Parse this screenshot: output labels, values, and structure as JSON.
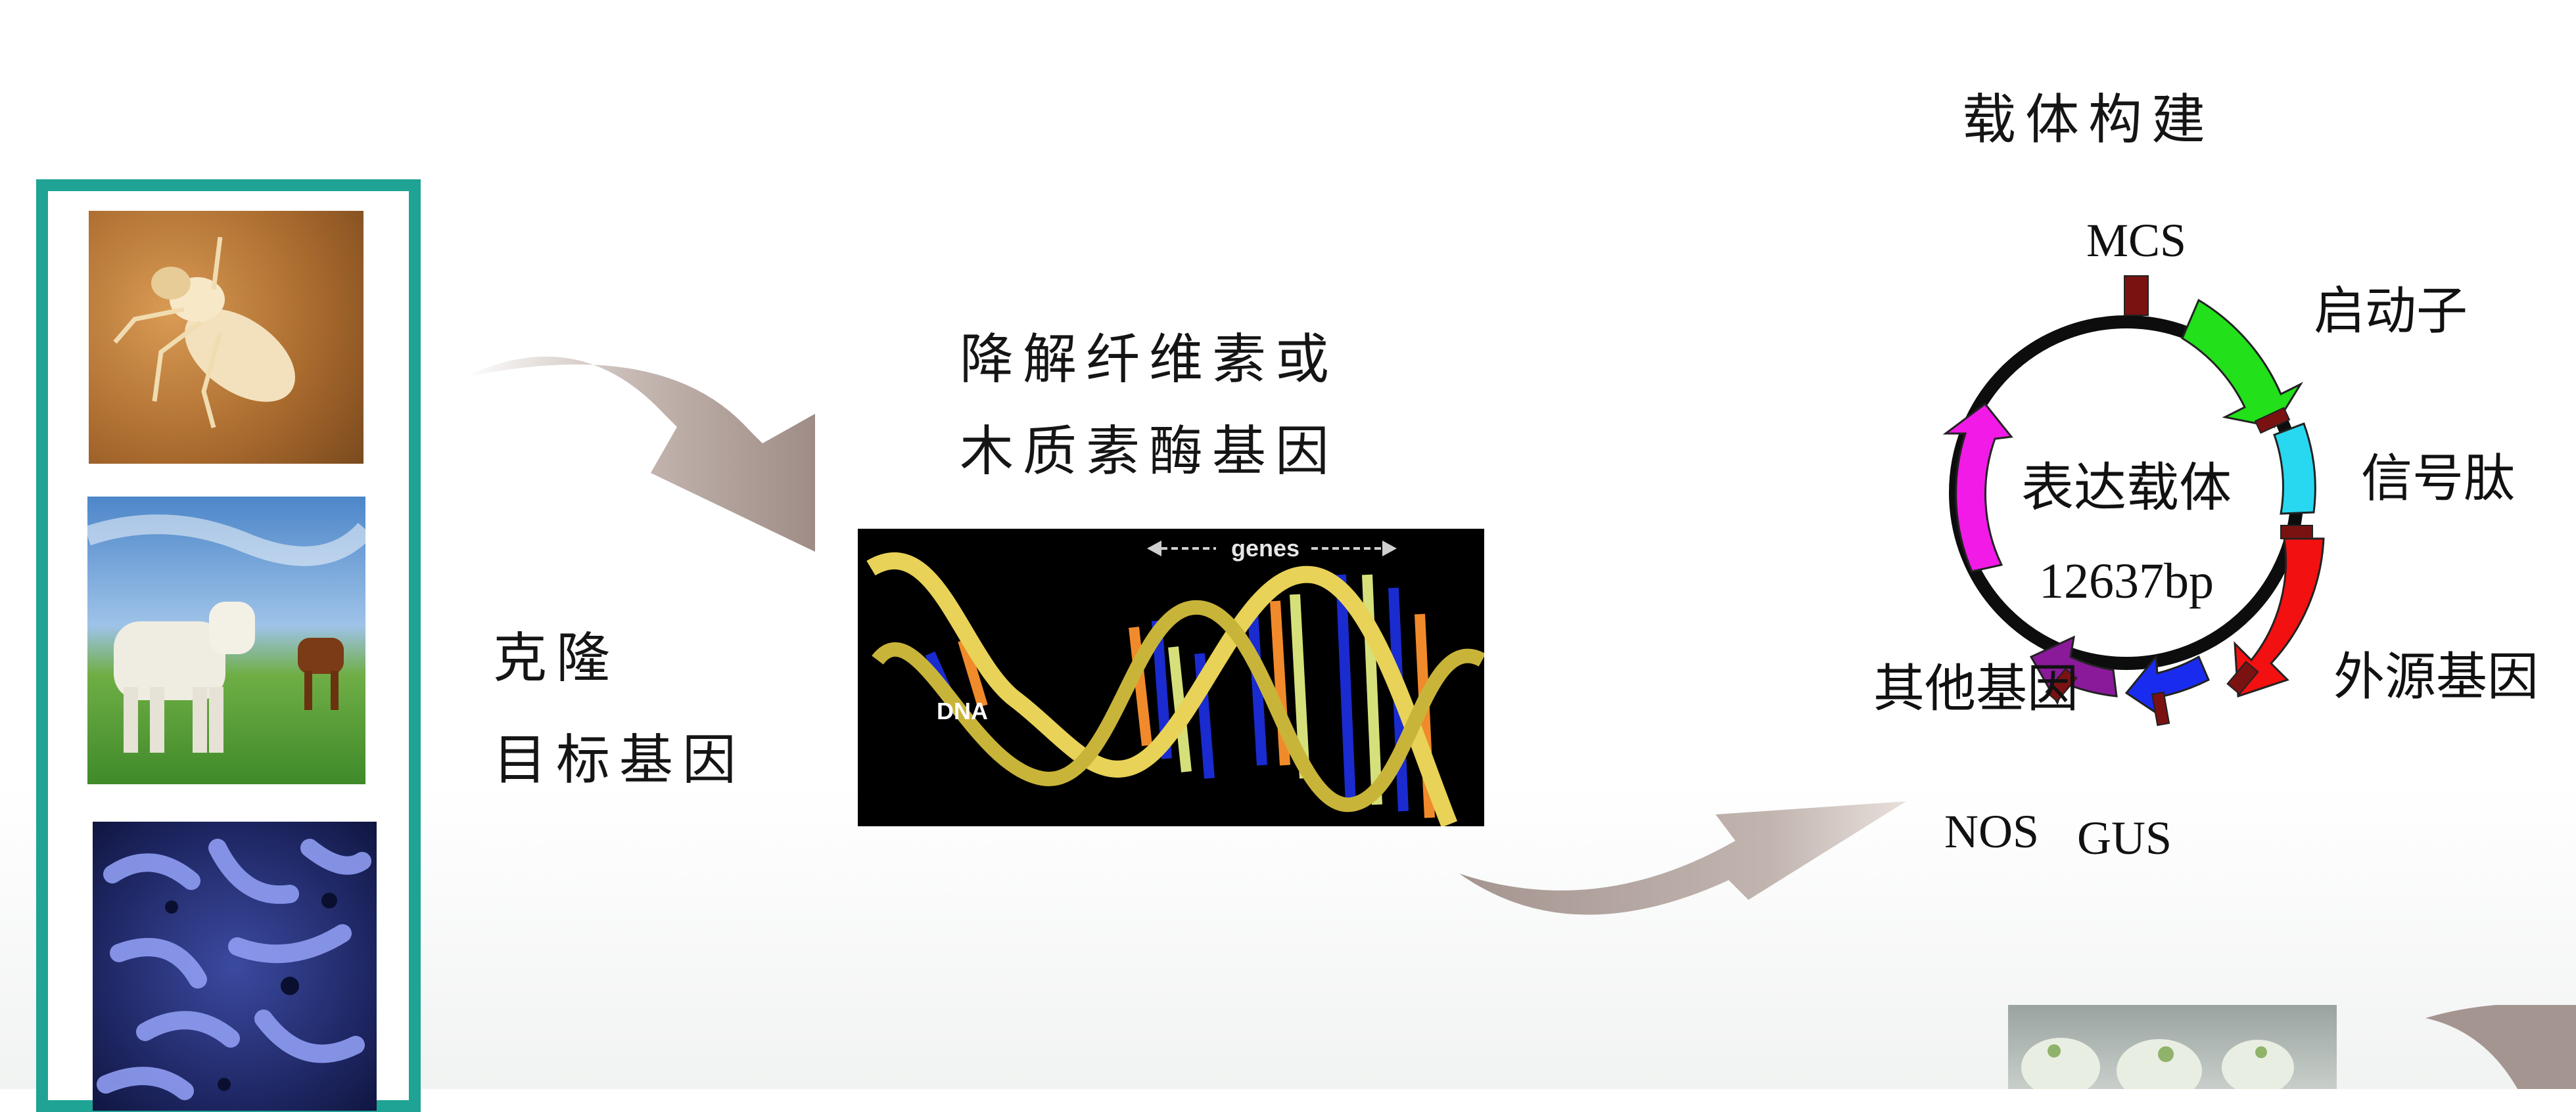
{
  "source": {
    "photos": [
      "termite-photo",
      "cow-photo",
      "microbe-photo"
    ]
  },
  "step1": {
    "line1": "克隆",
    "line2": "目标基因"
  },
  "step2": {
    "line1": "降解纤维素或",
    "line2": "木质素酶基因"
  },
  "dna_figure": {
    "genes_label": "genes",
    "dna_label": "DNA"
  },
  "vector": {
    "title": "载体构建",
    "center_name": "表达载体",
    "center_size": "12637bp",
    "labels": {
      "mcs": "MCS",
      "promoter": "启动子",
      "signal_peptide": "信号肽",
      "foreign_gene": "外源基因",
      "gus": "GUS",
      "nos": "NOS",
      "other_genes": "其他基因"
    },
    "colors": {
      "ring": "#0d0d0d",
      "marker": "#7a1212",
      "promoter": "#22e01a",
      "signal_peptide": "#28d8f0",
      "foreign_gene": "#f21010",
      "gus": "#1a2bf0",
      "nos": "#8a1a9a",
      "other_genes": "#f21ae6"
    }
  },
  "colors": {
    "frame": "#1fa395",
    "arrow": "#a59590"
  }
}
